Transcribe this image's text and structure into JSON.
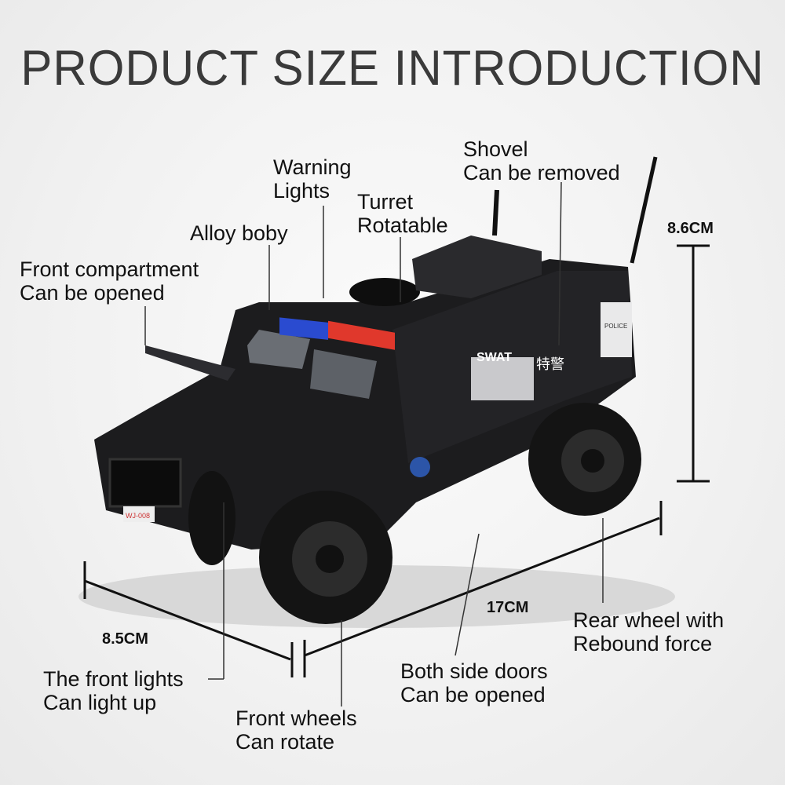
{
  "title": "PRODUCT SIZE INTRODUCTION",
  "callouts": {
    "shovel": [
      "Shovel",
      "Can be removed"
    ],
    "warning_lights": [
      "Warning",
      "Lights"
    ],
    "turret": [
      "Turret",
      "Rotatable"
    ],
    "alloy_body": [
      "Alloy boby"
    ],
    "front_compartment": [
      "Front compartment",
      "Can be opened"
    ],
    "rear_wheel": [
      "Rear wheel with",
      "Rebound force"
    ],
    "front_lights": [
      "The front lights",
      "Can light up"
    ],
    "side_doors": [
      "Both side doors",
      "Can be opened"
    ],
    "front_wheels": [
      "Front wheels",
      "Can rotate"
    ]
  },
  "dimensions": {
    "height": "8.6CM",
    "length": "17CM",
    "width": "8.5CM"
  },
  "vehicle_markings": {
    "swat": "SWAT",
    "chinese": "特警",
    "police": "POLICE",
    "plate": "WJ-008"
  },
  "colors": {
    "body": "#1a1a1c",
    "light_blue": "#2a4bd0",
    "light_red": "#e0382c",
    "text": "#111111"
  }
}
